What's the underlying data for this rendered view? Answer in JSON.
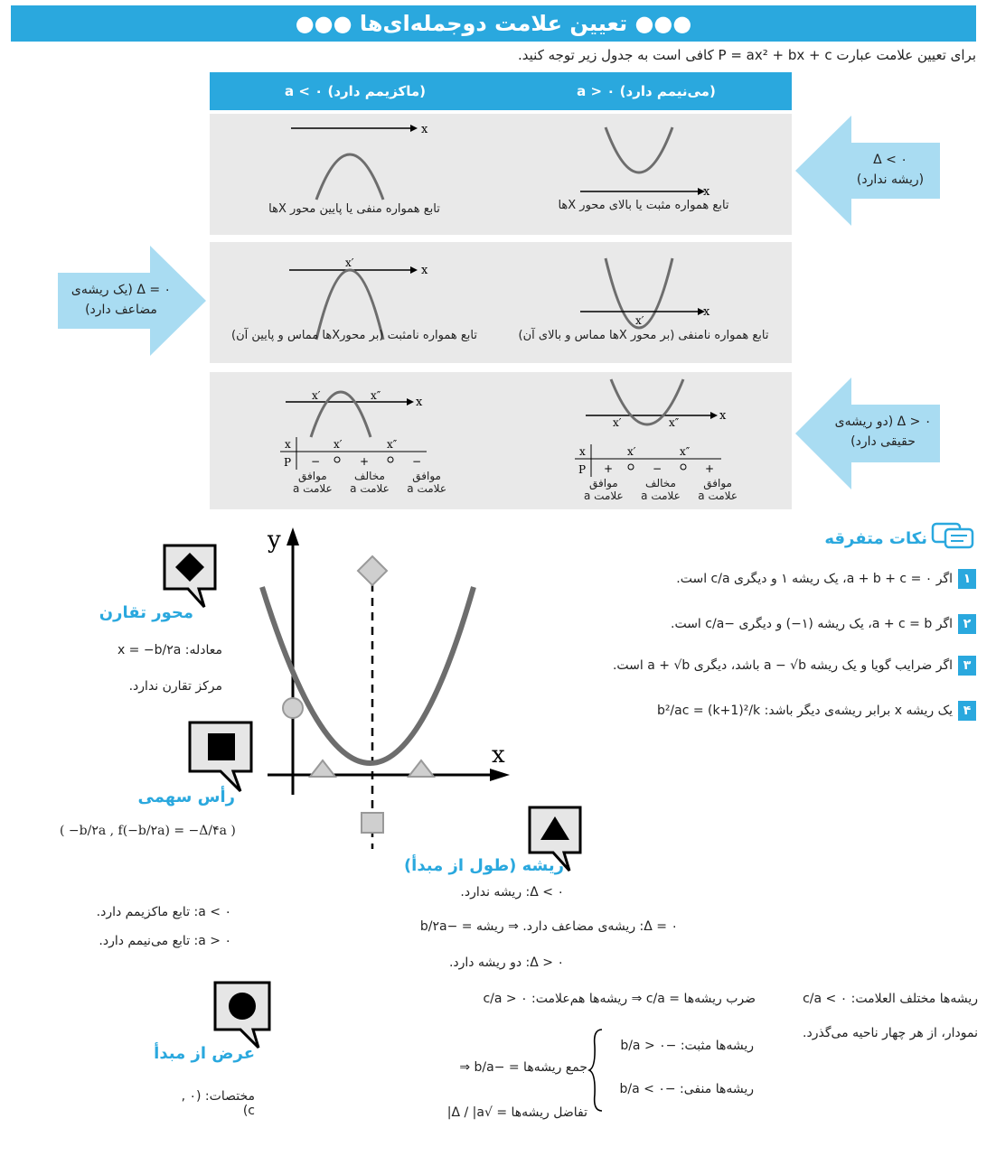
{
  "title": "●●● تعیین علامت دوجمله‌ای‌ها ●●●",
  "intro": "برای تعیین علامت عبارت P = ax² + bx + c کافی است به جدول زیر توجه کنید.",
  "table": {
    "col_min": "(می‌نیمم دارد) a > ۰",
    "col_max": "(ماکزیمم دارد) a < ۰",
    "rows": [
      {
        "arrow_text": "Δ < ۰\n(ریشه ندارد)",
        "min_caption": "تابع همواره مثبت یا بالای محور Xها",
        "max_caption": "تابع همواره منفی یا پایین محور Xها"
      },
      {
        "arrow_text": "Δ = ۰ (یک ریشه‌ی\nمضاعف دارد)",
        "min_caption": "تابع همواره نامنفی (بر محور Xها مماس و بالای آن)",
        "max_caption": "تابع همواره نامثبت (بر محورXها مماس و پایین آن)"
      },
      {
        "arrow_text": "Δ > ۰ (دو ریشه‌ی\nحقیقی دارد)",
        "min_signs": [
          "+",
          "−",
          "+"
        ],
        "max_signs": [
          "−",
          "+",
          "−"
        ],
        "labels": [
          "موافق\nعلامت a",
          "مخالف\nعلامت a",
          "موافق\nعلامت a"
        ]
      }
    ],
    "axis_x": "x",
    "root1": "x′",
    "root2": "x″",
    "row_x": "x",
    "row_p": "P"
  },
  "misc": {
    "title": "نکات متفرقه",
    "notes": [
      {
        "n": "۱",
        "text": "اگر a + b + c = ۰، یک ریشه ۱ و دیگری c/a است."
      },
      {
        "n": "۲",
        "text": "اگر a + c = b، یک ریشه (۱−) و دیگری −c/a است."
      },
      {
        "n": "۳",
        "text": "اگر ضرایب گویا و یک ریشه a − √b باشد، دیگری a + √b است."
      },
      {
        "n": "۴",
        "text": "یک ریشه x برابر ریشه‌ی دیگر باشد: b²/ac = (k+1)²/k"
      }
    ]
  },
  "graph": {
    "axis_y": "y",
    "axis_x": "x"
  },
  "symmetry": {
    "title": "محور تقارن",
    "equation": "معادله: x = −b/۲a",
    "no_center": "مرکز تقارن ندارد."
  },
  "vertex": {
    "title": "رأس سهمی",
    "coords": "( −b/۲a , f(−b/۲a) = −Δ/۴a )",
    "max": "a < ۰: تابع ماکزیمم دارد.",
    "min": "a > ۰: تابع می‌نیمم دارد."
  },
  "roots": {
    "title": "ریشه (طول از مبدأ)",
    "neg": "Δ < ۰: ریشه ندارد.",
    "zero": "Δ = ۰: ریشه‌ی مضاعف دارد. ⇒ ریشه = −b/۲a",
    "pos": "Δ > ۰: دو ریشه دارد.",
    "product": "ضرب ریشه‌ها = c/a ⇒ ریشه‌ها هم‌علامت: c/a > ۰",
    "opposite": "ریشه‌ها مختلف العلامت: c/a < ۰",
    "quadrants": "نمودار، از هر چهار ناحیه می‌گذرد.",
    "sum": "جمع ریشه‌ها = −b/a ⇒",
    "sum_pos": "ریشه‌ها مثبت: −b/a > ۰",
    "sum_neg": "ریشه‌ها منفی: −b/a < ۰",
    "diff": "تفاضل ریشه‌ها = √Δ / |a|"
  },
  "intercept": {
    "title": "عرض از مبدأ",
    "coords": "مختصات: (۰ , c)"
  },
  "colors": {
    "accent": "#2aa8de",
    "row_bg": "#e9e9e9",
    "curve": "#6d6d6d"
  }
}
